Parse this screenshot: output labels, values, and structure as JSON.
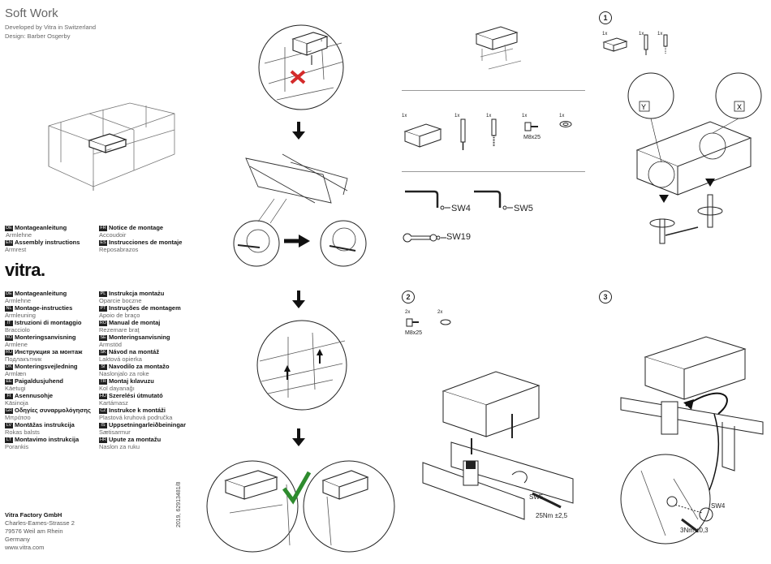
{
  "header": {
    "title": "Soft Work",
    "developed": "Developed by Vitra in Switzerland",
    "design": "Design: Barber Osgerby"
  },
  "languages_top": [
    {
      "code": "DE",
      "title": "Montageanleitung",
      "subtitle": "Armlehne"
    },
    {
      "code": "EN",
      "title": "Assembly instructions",
      "subtitle": "Armrest"
    },
    {
      "code": "FR",
      "title": "Notice de montage",
      "subtitle": "Accoudoir"
    },
    {
      "code": "ES",
      "title": "Instrucciones de montaje",
      "subtitle": "Reposabrazos"
    }
  ],
  "logo": "vitra.",
  "languages_left": [
    {
      "code": "DE",
      "title": "Montageanleitung",
      "subtitle": "Armlehne"
    },
    {
      "code": "NL",
      "title": "Montage-instructies",
      "subtitle": "Armleuning"
    },
    {
      "code": "IT",
      "title": "Istruzioni di montaggio",
      "subtitle": "Bracciolo"
    },
    {
      "code": "NO",
      "title": "Monteringsanvisning",
      "subtitle": "Armlene"
    },
    {
      "code": "RU",
      "title": "Инструкция за монтаж",
      "subtitle": "Подлакътник"
    },
    {
      "code": "DK",
      "title": "Monteringsvejledning",
      "subtitle": "Armlæn"
    },
    {
      "code": "EE",
      "title": "Paigaldusjuhend",
      "subtitle": "Käetugi"
    },
    {
      "code": "FI",
      "title": "Asennusohje",
      "subtitle": "Käsinoja"
    },
    {
      "code": "GR",
      "title": "Οδηγίες συναρμολόγησης",
      "subtitle": "Μπράτσο"
    },
    {
      "code": "LV",
      "title": "Montāžas instrukcija",
      "subtitle": "Rokas balsts"
    },
    {
      "code": "LT",
      "title": "Montavimo instrukcija",
      "subtitle": "Porankis"
    }
  ],
  "languages_right": [
    {
      "code": "PL",
      "title": "Instrukcja montażu",
      "subtitle": "Oparcie boczne"
    },
    {
      "code": "PT",
      "title": "Instruções de montagem",
      "subtitle": "Apoio de braço"
    },
    {
      "code": "RO",
      "title": "Manual de montaj",
      "subtitle": "Rezemare braţ"
    },
    {
      "code": "SE",
      "title": "Monteringsanvisning",
      "subtitle": "Armstöd"
    },
    {
      "code": "SK",
      "title": "Návod na montáž",
      "subtitle": "Laktová opierka"
    },
    {
      "code": "SI",
      "title": "Navodilo za montažo",
      "subtitle": "Naslonjalo za roke"
    },
    {
      "code": "TR",
      "title": "Montaj kılavuzu",
      "subtitle": "Kol dayanağı"
    },
    {
      "code": "HU",
      "title": "Szerelési útmutató",
      "subtitle": "Kartámasz"
    },
    {
      "code": "CZ",
      "title": "Instrukce k montáži",
      "subtitle": "Plastová kruhová područka"
    },
    {
      "code": "IS",
      "title": "Uppsetningarleiðbeiningar",
      "subtitle": "Sætisarmur"
    },
    {
      "code": "HR",
      "title": "Upute za montažu",
      "subtitle": "Naslon za ruku"
    }
  ],
  "footer": {
    "company": "Vitra Factory GmbH",
    "street": "Charles-Eames-Strasse 2",
    "city": "79576 Weil am Rhein",
    "country": "Germany",
    "web": "www.vitra.com"
  },
  "doc_number": "2019, 62913481/8",
  "parts": {
    "qty": [
      "1x",
      "1x",
      "1x",
      "1x",
      "1x"
    ],
    "bolt": "M8x25"
  },
  "tools": {
    "sw4": "SW4",
    "sw5": "SW5",
    "sw19": "SW19"
  },
  "steps": {
    "s1": "1",
    "s2": "2",
    "s3": "3",
    "s1_qty": [
      "1x",
      "1x",
      "1x"
    ],
    "s1_labels": [
      "Y",
      "X"
    ],
    "s2_qty": [
      "2x",
      "2x"
    ],
    "s2_bolt": "M8x25",
    "s2_tool": "SW5",
    "s2_torque": "25Nm ±2,5",
    "s3_tool": "SW4",
    "s3_torque": "3Nm ±0,3"
  }
}
